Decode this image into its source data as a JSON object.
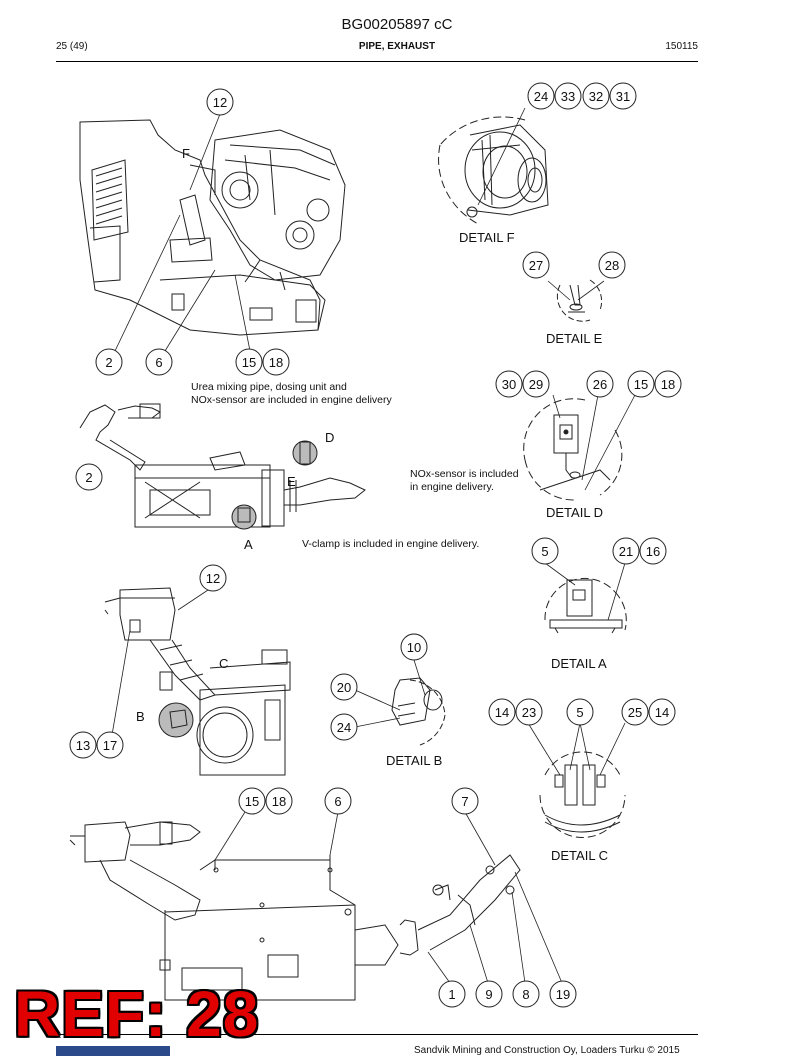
{
  "header": {
    "doc_id": "BG00205897 cC",
    "page": "25 (49)",
    "title": "PIPE, EXHAUST",
    "code": "150115"
  },
  "notes": {
    "urea": "Urea mixing pipe, dosing unit and",
    "urea2": "NOx-sensor are included in engine delivery",
    "nox": "NOx-sensor is included",
    "nox2": "in engine delivery.",
    "vclamp": "V-clamp is included in engine delivery."
  },
  "details": {
    "f": "DETAIL F",
    "e": "DETAIL E",
    "d": "DETAIL D",
    "a": "DETAIL A",
    "b": "DETAIL B",
    "c": "DETAIL C"
  },
  "letters": {
    "F": "F",
    "D": "D",
    "E": "E",
    "A": "A",
    "C": "C",
    "B": "B"
  },
  "callouts": {
    "c12a": "12",
    "c24": "24",
    "c33": "33",
    "c32": "32",
    "c31": "31",
    "c27": "27",
    "c28": "28",
    "c2a": "2",
    "c6a": "6",
    "c15a": "15",
    "c18a": "18",
    "c30": "30",
    "c29": "29",
    "c26": "26",
    "c15b": "15",
    "c18b": "18",
    "c2b": "2",
    "c5a": "5",
    "c21": "21",
    "c16": "16",
    "c12b": "12",
    "c10": "10",
    "c20": "20",
    "c24b": "24",
    "c13": "13",
    "c17": "17",
    "c14a": "14",
    "c23": "23",
    "c5b": "5",
    "c25": "25",
    "c14b": "14",
    "c15c": "15",
    "c18c": "18",
    "c6b": "6",
    "c7": "7",
    "c1": "1",
    "c9": "9",
    "c8": "8",
    "c19": "19"
  },
  "footer": {
    "copyright": "Sandvik Mining and Construction Oy, Loaders Turku © 2015"
  },
  "stamp": {
    "ref": "REF: 28"
  }
}
